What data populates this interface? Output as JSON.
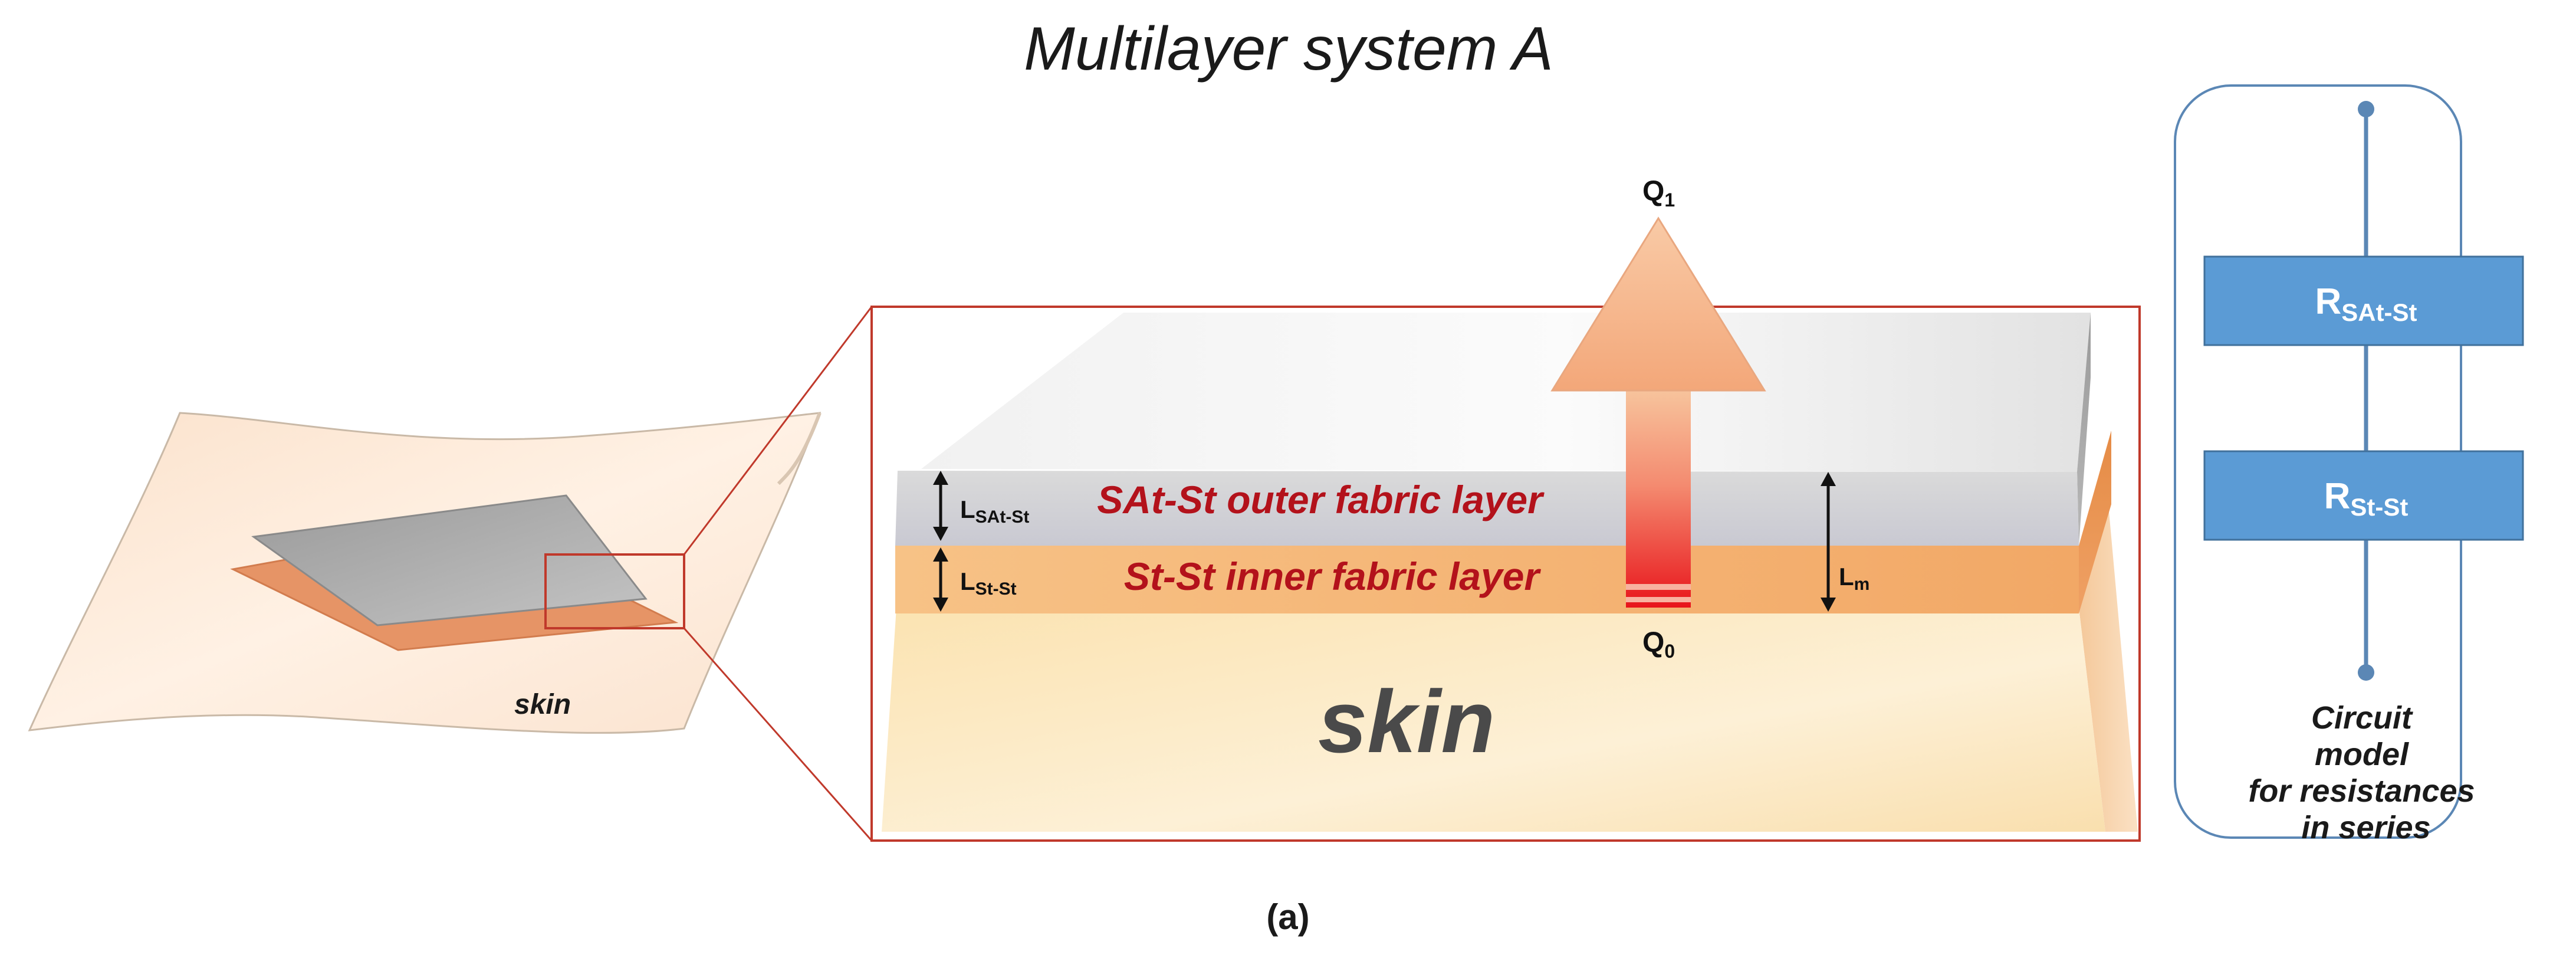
{
  "title": "Multilayer system A",
  "caption": "(a)",
  "left_sketch": {
    "skin_label": "skin"
  },
  "cross_section": {
    "skin_label": "skin",
    "outer_layer_label": "SAt-St outer fabric layer",
    "inner_layer_label": "St-St inner fabric layer",
    "dim_outer": {
      "main": "L",
      "sub": "SAt-St"
    },
    "dim_inner": {
      "main": "L",
      "sub": "St-St"
    },
    "dim_total": {
      "main": "L",
      "sub": "m"
    },
    "flux_top": {
      "main": "Q",
      "sub": "1"
    },
    "flux_bottom": {
      "main": "Q",
      "sub": "0"
    }
  },
  "circuit": {
    "resistor_1": {
      "main": "R",
      "sub": "SAt-St"
    },
    "resistor_2": {
      "main": "R",
      "sub": "St-St"
    },
    "caption_lines": [
      "Circuit",
      "model",
      "for resistances",
      "in series"
    ]
  },
  "colors": {
    "frame_red": "#c0392b",
    "resistor_blue": "#5b9bd5",
    "circuit_border": "#5b87b5",
    "arrow_orange": "#f6b98a",
    "arrow_red": "#e8141b",
    "label_red": "#b3121b"
  }
}
